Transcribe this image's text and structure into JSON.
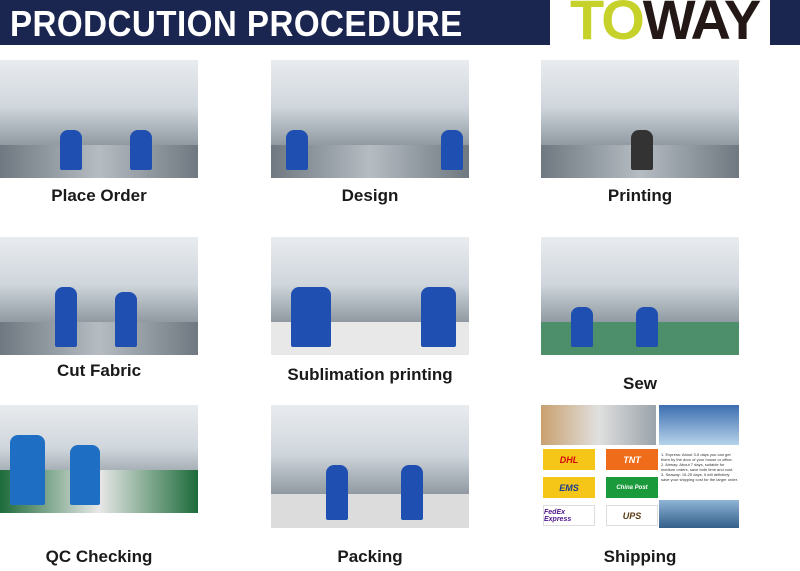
{
  "header": {
    "title": "PRODCUTION PROCEDURE",
    "logo_text": "TOWAY",
    "logo_colors": {
      "to": "#c6d22a",
      "way": "#231815"
    },
    "bg_color": "#1b2650"
  },
  "steps": [
    {
      "label": "Place Order"
    },
    {
      "label": "Design"
    },
    {
      "label": "Printing"
    },
    {
      "label": "Cut Fabric"
    },
    {
      "label": "Sublimation printing"
    },
    {
      "label": "Sew"
    },
    {
      "label": "QC Checking"
    },
    {
      "label": "Packing"
    },
    {
      "label": "Shipping"
    }
  ],
  "shipping": {
    "carriers": [
      "DHL",
      "TNT",
      "EMS",
      "China Post",
      "FedEx Express",
      "UPS"
    ],
    "notes": [
      "1. Express: About 3-5 days you can get them by the door of your house or office.",
      "2. Airway: About 7 days, suitable for medium orders, save both time and cost.",
      "3. Seaway: 15-25 days, it will definitely save your shipping cost for the larger order."
    ]
  }
}
